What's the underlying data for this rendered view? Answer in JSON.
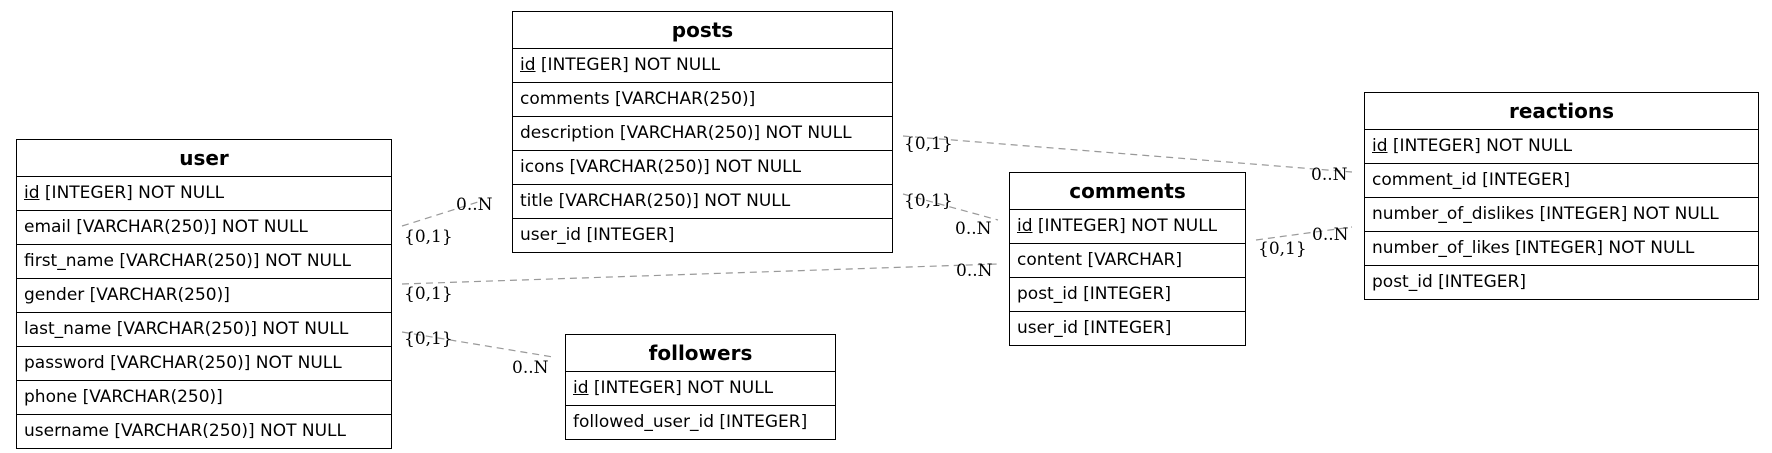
{
  "entities": [
    {
      "id": "user",
      "name": "user",
      "attributes": [
        {
          "key": "id",
          "pk": true,
          "rest": " [INTEGER] NOT NULL"
        },
        {
          "key": "email",
          "pk": false,
          "rest": " [VARCHAR(250)] NOT NULL"
        },
        {
          "key": "first_name",
          "pk": false,
          "rest": " [VARCHAR(250)] NOT NULL"
        },
        {
          "key": "gender",
          "pk": false,
          "rest": " [VARCHAR(250)]"
        },
        {
          "key": "last_name",
          "pk": false,
          "rest": " [VARCHAR(250)] NOT NULL"
        },
        {
          "key": "password",
          "pk": false,
          "rest": " [VARCHAR(250)] NOT NULL"
        },
        {
          "key": "phone",
          "pk": false,
          "rest": " [VARCHAR(250)]"
        },
        {
          "key": "username",
          "pk": false,
          "rest": " [VARCHAR(250)] NOT NULL"
        }
      ]
    },
    {
      "id": "posts",
      "name": "posts",
      "attributes": [
        {
          "key": "id",
          "pk": true,
          "rest": " [INTEGER] NOT NULL"
        },
        {
          "key": "comments",
          "pk": false,
          "rest": " [VARCHAR(250)]"
        },
        {
          "key": "description",
          "pk": false,
          "rest": " [VARCHAR(250)] NOT NULL"
        },
        {
          "key": "icons",
          "pk": false,
          "rest": " [VARCHAR(250)] NOT NULL"
        },
        {
          "key": "title",
          "pk": false,
          "rest": " [VARCHAR(250)] NOT NULL"
        },
        {
          "key": "user_id",
          "pk": false,
          "rest": " [INTEGER]"
        }
      ]
    },
    {
      "id": "followers",
      "name": "followers",
      "attributes": [
        {
          "key": "id",
          "pk": true,
          "rest": " [INTEGER] NOT NULL"
        },
        {
          "key": "followed_user_id",
          "pk": false,
          "rest": " [INTEGER]"
        }
      ]
    },
    {
      "id": "comments",
      "name": "comments",
      "attributes": [
        {
          "key": "id",
          "pk": true,
          "rest": " [INTEGER] NOT NULL"
        },
        {
          "key": "content",
          "pk": false,
          "rest": " [VARCHAR]"
        },
        {
          "key": "post_id",
          "pk": false,
          "rest": " [INTEGER]"
        },
        {
          "key": "user_id",
          "pk": false,
          "rest": " [INTEGER]"
        }
      ]
    },
    {
      "id": "reactions",
      "name": "reactions",
      "attributes": [
        {
          "key": "id",
          "pk": true,
          "rest": " [INTEGER] NOT NULL"
        },
        {
          "key": "comment_id",
          "pk": false,
          "rest": " [INTEGER]"
        },
        {
          "key": "number_of_dislikes",
          "pk": false,
          "rest": " [INTEGER] NOT NULL"
        },
        {
          "key": "number_of_likes",
          "pk": false,
          "rest": " [INTEGER] NOT NULL"
        },
        {
          "key": "post_id",
          "pk": false,
          "rest": " [INTEGER]"
        }
      ]
    }
  ],
  "relations": [
    {
      "from": "user",
      "to": "posts",
      "from_card": "{0,1}",
      "to_card": "0..N"
    },
    {
      "from": "user",
      "to": "comments",
      "from_card": "{0,1}",
      "to_card": "0..N"
    },
    {
      "from": "user",
      "to": "followers",
      "from_card": "{0,1}",
      "to_card": "0..N"
    },
    {
      "from": "posts",
      "to": "comments",
      "from_card": "{0,1}",
      "to_card": "0..N"
    },
    {
      "from": "posts",
      "to": "reactions",
      "from_card": "{0,1}",
      "to_card": "0..N"
    },
    {
      "from": "comments",
      "to": "reactions",
      "from_card": "{0,1}",
      "to_card": "0..N"
    }
  ],
  "colors": {
    "border": "#000000",
    "link": "#999999",
    "background": "#ffffff"
  }
}
